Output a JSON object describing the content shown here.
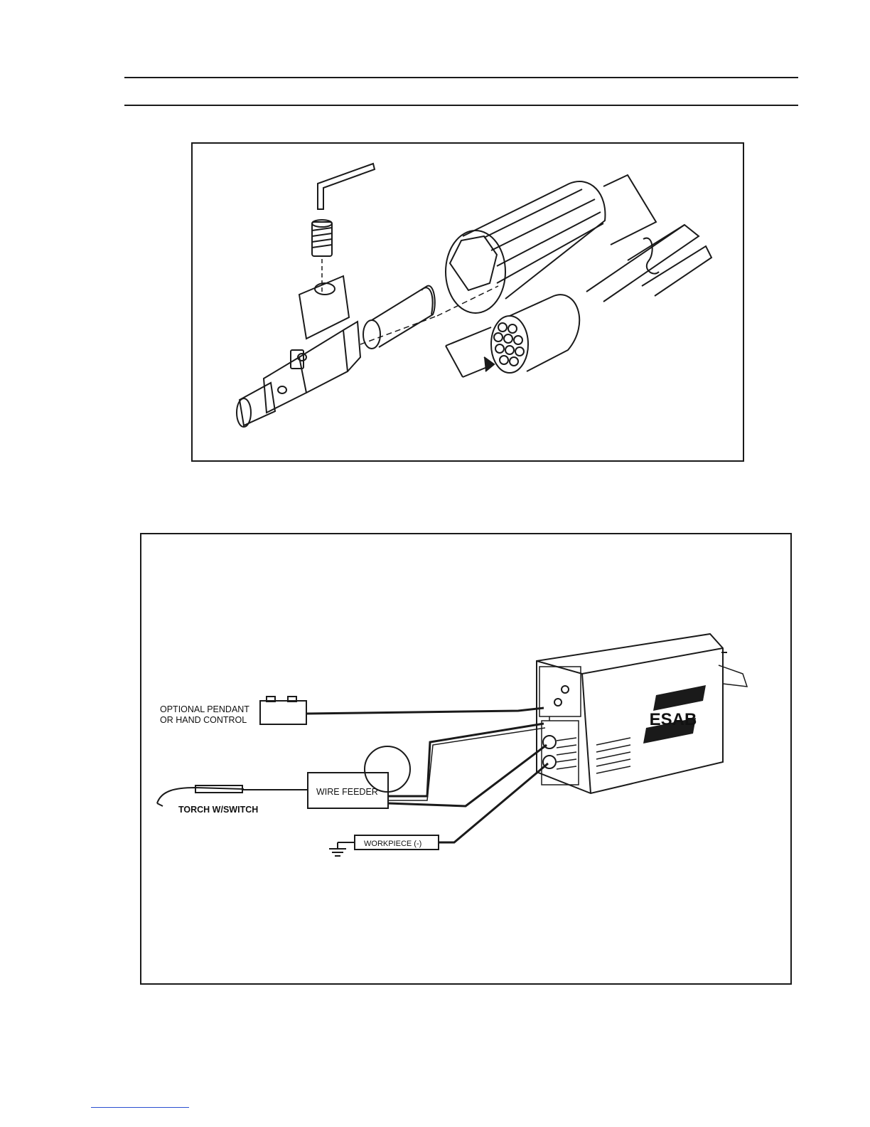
{
  "wiring_diagram": {
    "labels": {
      "pendant": [
        "OPTIONAL PENDANT",
        "OR HAND CONTROL"
      ],
      "wire_feeder": "WIRE FEEDER",
      "torch": "TORCH W/SWITCH",
      "workpiece": "WORKPIECE (-)",
      "brand": "ESAB"
    }
  }
}
